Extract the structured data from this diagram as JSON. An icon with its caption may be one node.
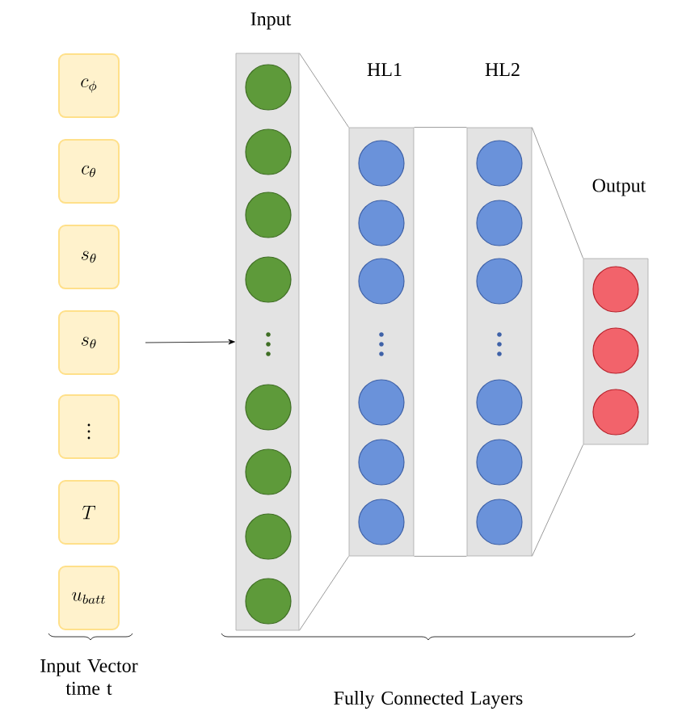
{
  "diagram": {
    "nodes": [
      {
        "text": [
          "c_{\\phi}"
        ]
      },
      {
        "text": [
          "c_{\\theta}"
        ]
      },
      {
        "text": [
          "s_{\\theta}"
        ]
      },
      {
        "text": [
          "s_{\\theta}"
        ]
      },
      {
        "text": [
          "\\vdots"
        ]
      },
      {
        "text": [
          "T"
        ]
      },
      {
        "text": [
          "u_{batt}"
        ]
      },
      {
        "text": [
          "Input"
        ]
      },
      {
        "text": [],
        "shape": "circle",
        "in": 7
      },
      {
        "text": [],
        "shape": "circle",
        "in": 7
      },
      {
        "text": [],
        "shape": "circle",
        "in": 7
      },
      {
        "text": [],
        "shape": "circle",
        "in": 7
      },
      {
        "text": [],
        "shape": "circle",
        "in": 7
      },
      {
        "text": [],
        "shape": "circle",
        "in": 7
      },
      {
        "text": [],
        "shape": "circle",
        "in": 7
      },
      {
        "text": [],
        "shape": "circle",
        "in": 7
      },
      {
        "text": [
          "HL1"
        ]
      },
      {
        "text": [],
        "shape": "circle",
        "in": 16
      },
      {
        "text": [],
        "shape": "circle",
        "in": 16
      },
      {
        "text": [],
        "shape": "circle",
        "in": 16
      },
      {
        "text": [],
        "shape": "circle",
        "in": 16
      },
      {
        "text": [],
        "shape": "circle",
        "in": 16
      },
      {
        "text": [],
        "shape": "circle",
        "in": 16
      },
      {
        "text": [
          "HL2"
        ]
      },
      {
        "text": [],
        "shape": "circle",
        "in": 23
      },
      {
        "text": [],
        "shape": "circle",
        "in": 23
      },
      {
        "text": [],
        "shape": "circle",
        "in": 23
      },
      {
        "text": [],
        "shape": "circle",
        "in": 23
      },
      {
        "text": [],
        "shape": "circle",
        "in": 23
      },
      {
        "text": [],
        "shape": "circle",
        "in": 23
      },
      {
        "text": [
          "Output"
        ]
      },
      {
        "text": [],
        "shape": "circle",
        "in": 30
      },
      {
        "text": [],
        "shape": "circle",
        "in": 30
      },
      {
        "text": [],
        "shape": "circle",
        "in": 30
      }
    ],
    "edges": [
      {
        "from": null,
        "to": 7,
        "arrow": "to",
        "color": "#000000"
      },
      {
        "from": 7,
        "to": 16,
        "arrow": "none"
      },
      {
        "from": 7,
        "to": 16,
        "arrow": "none"
      },
      {
        "from": 16,
        "to": 23,
        "arrow": "none"
      },
      {
        "from": 16,
        "to": 23,
        "arrow": "none"
      },
      {
        "from": 23,
        "to": 30,
        "arrow": "none"
      },
      {
        "from": 23,
        "to": 30,
        "arrow": "none"
      }
    ],
    "labels": [
      "Input Vector time t",
      "Fully Connected Layers"
    ]
  }
}
